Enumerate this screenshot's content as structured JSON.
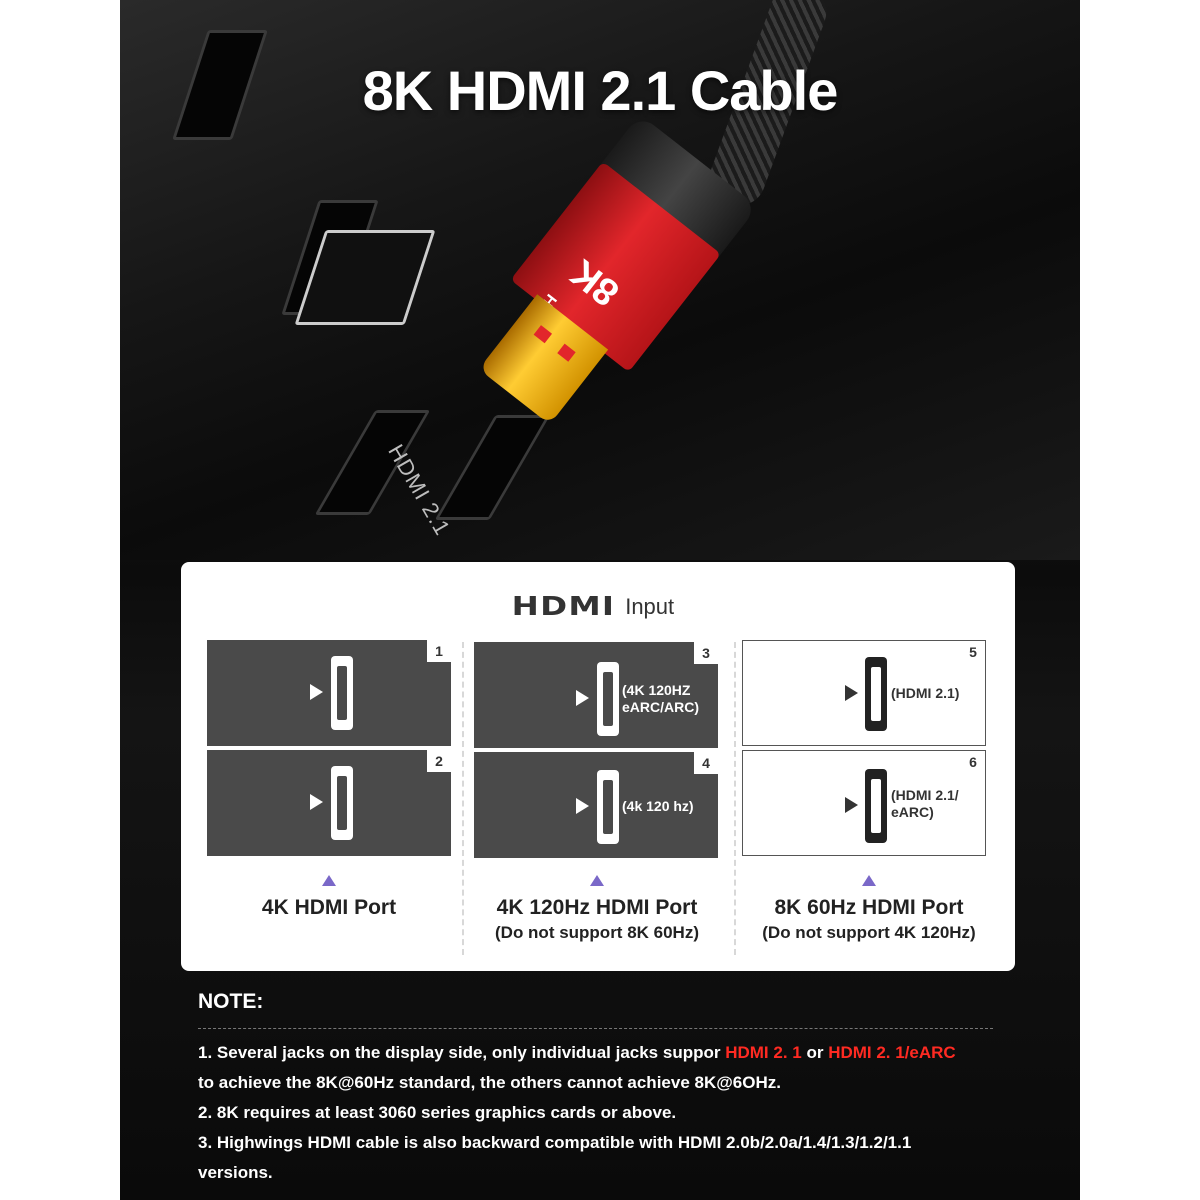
{
  "hero": {
    "title": "8K HDMI 2.1 Cable",
    "port_label": "HDMI 2.1",
    "plug_8k": "8K",
    "plug_hdmi": "HDMI"
  },
  "card": {
    "logo": "HDMI",
    "input_word": "Input",
    "slots": [
      {
        "num": "1",
        "note1": "",
        "note2": ""
      },
      {
        "num": "2",
        "note1": "",
        "note2": ""
      },
      {
        "num": "3",
        "note1": "(4K 120HZ",
        "note2": "eARC/ARC)"
      },
      {
        "num": "4",
        "note1": "(4k 120 hz)",
        "note2": ""
      },
      {
        "num": "5",
        "note1": "(HDMI 2.1)",
        "note2": ""
      },
      {
        "num": "6",
        "note1": "(HDMI 2.1/",
        "note2": "eARC)"
      }
    ],
    "columns": [
      {
        "title": "4K HDMI Port",
        "sub": ""
      },
      {
        "title": "4K 120Hz HDMI Port",
        "sub": "(Do not support 8K 60Hz)"
      },
      {
        "title": "8K 60Hz HDMI Port",
        "sub": "(Do not support 4K 120Hz)"
      }
    ]
  },
  "notes": {
    "title": "NOTE:",
    "n1_a": "1. Several jacks on the display side, only individual jacks suppor ",
    "n1_red1": "HDMI 2. 1",
    "n1_or": " or ",
    "n1_red2": "HDMI 2. 1/eARC",
    "n1_b": "to achieve the 8K@60Hz standard, the others cannot achieve 8K@6OHz.",
    "n2": "2. 8K requires at least 3060 series graphics cards or above.",
    "n3_a": "3. Highwings HDMI cable is also backward compatible with HDMI 2.0b/2.0a/1.4/1.3/1.2/1.1",
    "n3_b": "versions."
  },
  "colors": {
    "accent_red": "#ff2a22",
    "plug_red": "#e2262b",
    "triangle_purple": "#7a68c8",
    "slot_dark": "#4a4a4a"
  }
}
